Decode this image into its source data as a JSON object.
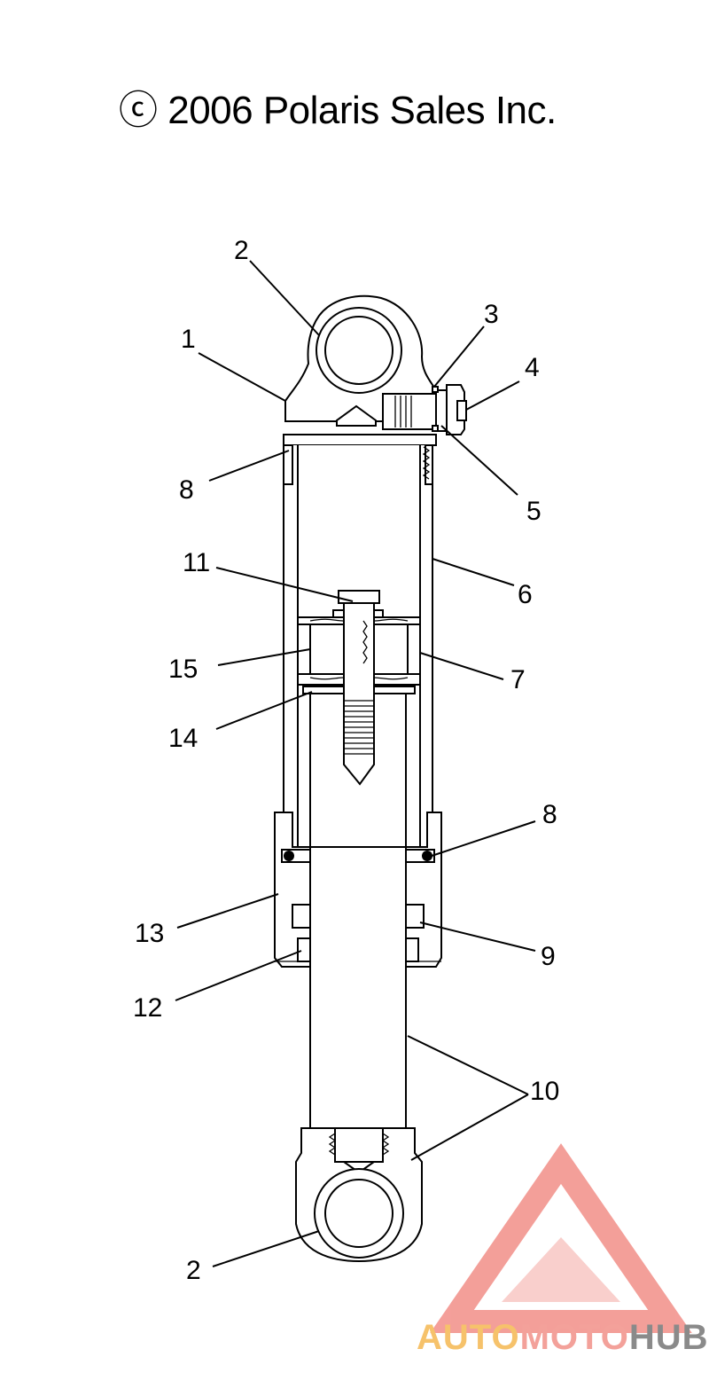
{
  "copyright": "ⓒ 2006 Polaris Sales Inc.",
  "callouts": {
    "c2_top": "2",
    "c1": "1",
    "c3": "3",
    "c4": "4",
    "c5": "5",
    "c8_top": "8",
    "c6": "6",
    "c11": "11",
    "c15": "15",
    "c7": "7",
    "c14": "14",
    "c8_bottom": "8",
    "c13": "13",
    "c9": "9",
    "c12": "12",
    "c10": "10",
    "c2_bottom": "2"
  },
  "watermark": {
    "part1": "AUTO",
    "part2": "MOTO",
    "part3": "HUB",
    "color1": "#f6c26b",
    "color2": "#f3a19a",
    "color3": "#8a8a8a",
    "logo_color": "#f07f78"
  }
}
